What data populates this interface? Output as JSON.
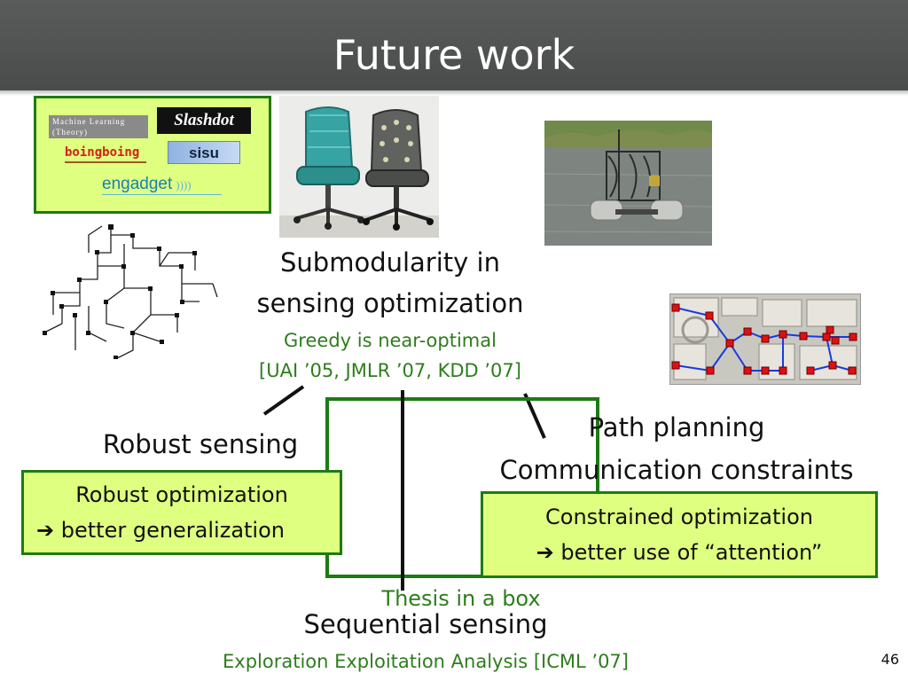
{
  "slide": {
    "title": "Future work",
    "page_number": "46"
  },
  "logos": {
    "ml_theory_line1": "Machine Learning",
    "ml_theory_line2": "(Theory)",
    "slashdot": "Slashdot",
    "boingboing": "boingboing",
    "sisu": "sisu",
    "engadget": "engadget"
  },
  "center": {
    "heading_line1": "Submodularity in",
    "heading_line2": "sensing optimization",
    "subtitle": "Greedy is near-optimal",
    "citation": "[UAI ’05, JMLR ’07, KDD ’07]",
    "box_label": "Thesis in a box"
  },
  "left": {
    "heading": "Robust sensing",
    "box_line1": "Robust optimization",
    "box_arrow": "➔",
    "box_line2": "better generalization"
  },
  "right": {
    "heading_line1": "Path planning",
    "heading_line2": "Communication constraints",
    "box_line1": "Constrained optimization",
    "box_arrow": "➔",
    "box_line2": "better use of “attention”"
  },
  "bottom": {
    "heading": "Sequential sensing",
    "citation": "Exploration Exploitation Analysis [ICML ’07]"
  },
  "colors": {
    "title_bar": "#4f5150",
    "lime_fill": "#dfff80",
    "box_border": "#1e7a14",
    "green_text": "#2e7d1e",
    "node_red": "#e01010",
    "edge_blue": "#1a3ae0"
  }
}
